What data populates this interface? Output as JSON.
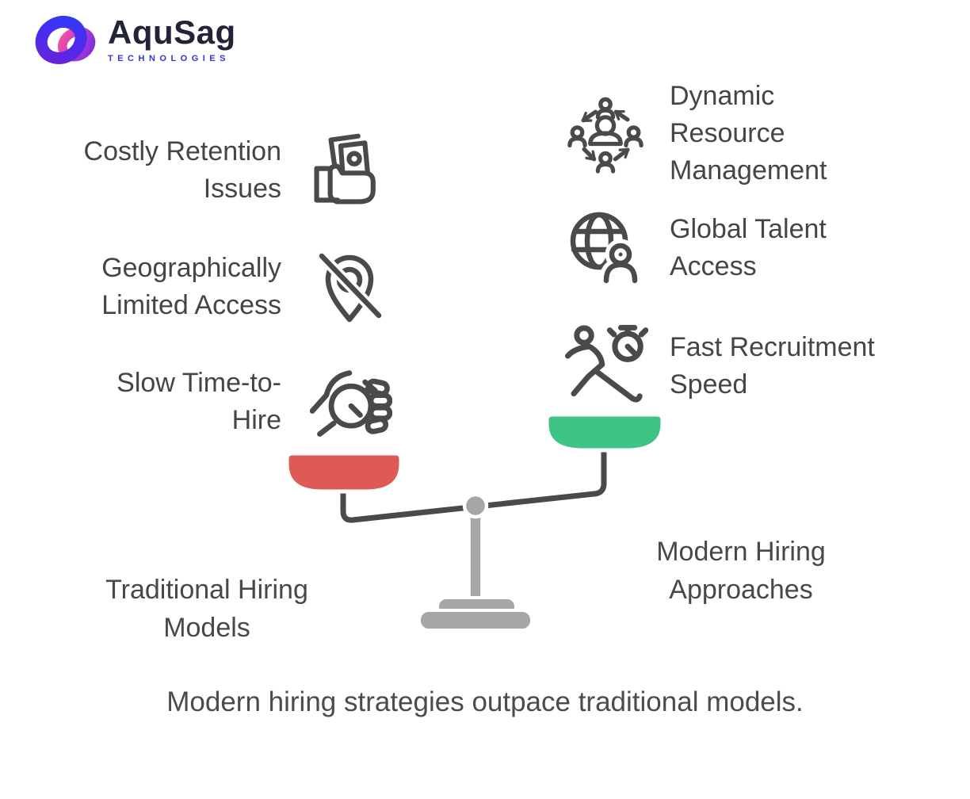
{
  "logo": {
    "name": "AquSag",
    "subtitle": "TECHNOLOGIES",
    "name_color": "#23233a",
    "subtitle_color": "#3535d8"
  },
  "traditional": {
    "label": "Traditional Hiring Models",
    "label_lines": [
      "Traditional Hiring",
      "Models"
    ],
    "pan_color": "#dd5a56",
    "items": [
      {
        "label": "Costly Retention Issues",
        "lines": [
          "Costly Retention",
          "Issues"
        ],
        "icon": "money-hand-icon"
      },
      {
        "label": "Geographically Limited Access",
        "lines": [
          "Geographically",
          "Limited Access"
        ],
        "icon": "location-disabled-icon"
      },
      {
        "label": "Slow Time-to-Hire",
        "lines": [
          "Slow Time-to-",
          "Hire"
        ],
        "icon": "hand-stopwatch-icon"
      }
    ]
  },
  "modern": {
    "label": "Modern Hiring Approaches",
    "label_lines": [
      "Modern Hiring",
      "Approaches"
    ],
    "pan_color": "#3ec484",
    "items": [
      {
        "label": "Dynamic Resource Management",
        "lines": [
          "Dynamic",
          "Resource",
          "Management"
        ],
        "icon": "people-rotation-icon"
      },
      {
        "label": "Global Talent Access",
        "lines": [
          "Global Talent",
          "Access"
        ],
        "icon": "globe-person-icon"
      },
      {
        "label": "Fast Recruitment Speed",
        "lines": [
          "Fast Recruitment",
          "Speed"
        ],
        "icon": "runner-stopwatch-icon"
      }
    ]
  },
  "scale": {
    "type": "balance-scale",
    "lower_pan": "traditional",
    "higher_pan": "modern",
    "beam_color": "#4a4a4a",
    "stand_color": "#a6a6a6"
  },
  "caption": "Modern hiring strategies outpace traditional models."
}
